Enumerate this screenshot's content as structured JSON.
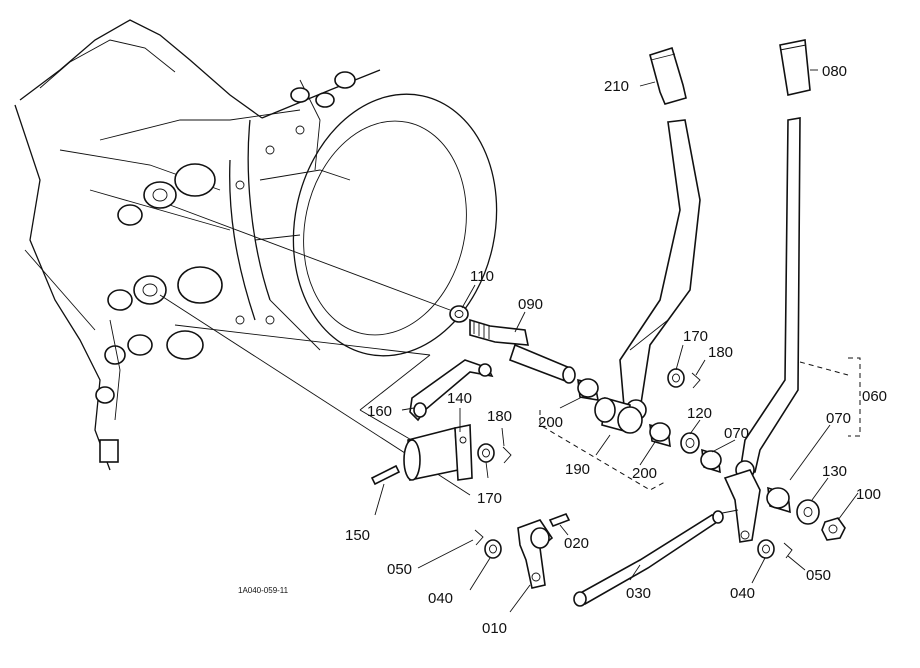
{
  "part_labels": [
    {
      "id": "p210",
      "text": "210"
    },
    {
      "id": "p080",
      "text": "080"
    },
    {
      "id": "p110",
      "text": "110"
    },
    {
      "id": "p090",
      "text": "090"
    },
    {
      "id": "p170a",
      "text": "170"
    },
    {
      "id": "p180a",
      "text": "180"
    },
    {
      "id": "p160",
      "text": "160"
    },
    {
      "id": "p140",
      "text": "140"
    },
    {
      "id": "p180b",
      "text": "180"
    },
    {
      "id": "p200a",
      "text": "200"
    },
    {
      "id": "p120",
      "text": "120"
    },
    {
      "id": "p070a",
      "text": "070"
    },
    {
      "id": "p070b",
      "text": "070"
    },
    {
      "id": "p060",
      "text": "060"
    },
    {
      "id": "p190",
      "text": "190"
    },
    {
      "id": "p200b",
      "text": "200"
    },
    {
      "id": "p130",
      "text": "130"
    },
    {
      "id": "p100",
      "text": "100"
    },
    {
      "id": "p170b",
      "text": "170"
    },
    {
      "id": "p150",
      "text": "150"
    },
    {
      "id": "p020",
      "text": "020"
    },
    {
      "id": "p050a",
      "text": "050"
    },
    {
      "id": "p040a",
      "text": "040"
    },
    {
      "id": "p010",
      "text": "010"
    },
    {
      "id": "p030",
      "text": "030"
    },
    {
      "id": "p040b",
      "text": "040"
    },
    {
      "id": "p050b",
      "text": "050"
    }
  ],
  "drawing_code": "1A040-059-11"
}
